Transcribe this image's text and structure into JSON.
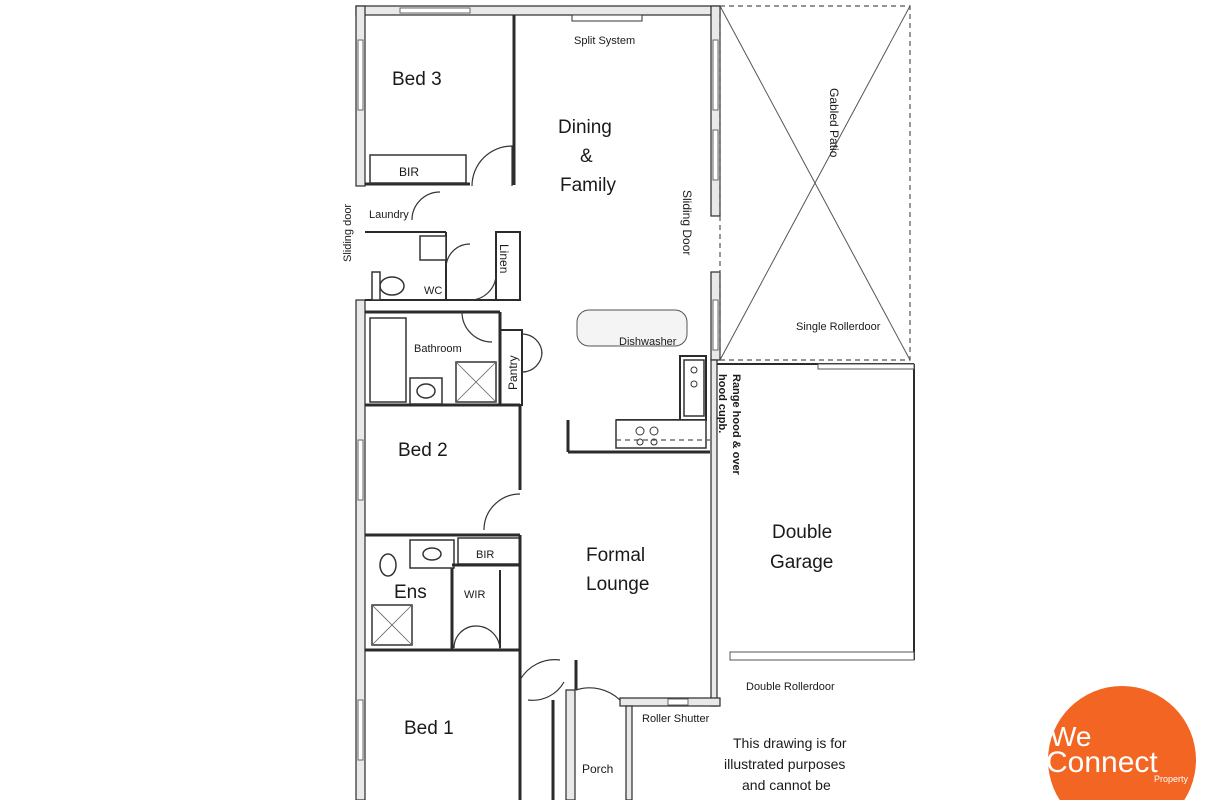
{
  "rooms": {
    "bed3": "Bed 3",
    "bir_top": "BIR",
    "dining_line1": "Dining",
    "dining_line2": "&",
    "dining_line3": "Family",
    "split_system": "Split System",
    "sliding_door_left": "Sliding door",
    "laundry": "Laundry",
    "linen": "Linen",
    "wc": "WC",
    "sliding_door_right": "Sliding Door",
    "gabled_patio": "Gabled Patio",
    "single_rollerdoor": "Single Rollerdoor",
    "dishwasher": "Dishwasher",
    "bathroom": "Bathroom",
    "pantry": "Pantry",
    "range_hood_line1": "Range hood & over",
    "range_hood_line2": "hood cupb.",
    "bed2": "Bed 2",
    "double_garage_line1": "Double",
    "double_garage_line2": "Garage",
    "bir_mid": "BIR",
    "formal_lounge_line1": "Formal",
    "formal_lounge_line2": "Lounge",
    "ens": "Ens",
    "wir": "WIR",
    "double_rollerdoor": "Double Rollerdoor",
    "roller_shutter": "Roller Shutter",
    "bed1": "Bed 1",
    "porch": "Porch"
  },
  "disclaimer": {
    "line1": "This drawing is for",
    "line2": "illustrated purposes",
    "line3": "and cannot be"
  },
  "logo": {
    "word1": "We",
    "word2": "Connect",
    "sub": "Property",
    "color": "#f26522"
  }
}
